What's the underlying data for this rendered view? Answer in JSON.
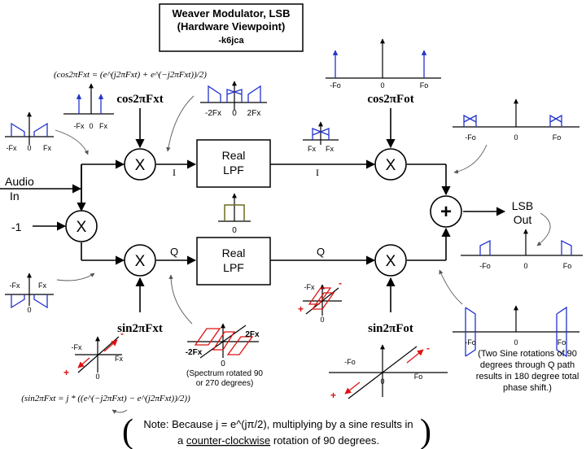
{
  "title": {
    "line1": "Weaver Modulator, LSB",
    "line2": "(Hardware Viewpoint)",
    "line3": "-k6jca"
  },
  "inputs": {
    "audio_line1": "Audio",
    "audio_line2": "In",
    "minus_one": "-1"
  },
  "blocks": {
    "lpf_line1": "Real",
    "lpf_line2": "LPF",
    "multiplier_symbol": "X",
    "summer_symbol": "+",
    "output_line1": "LSB",
    "output_line2": "Out"
  },
  "paths": {
    "i": "I",
    "q": "Q"
  },
  "equations": {
    "cos_fx": "cos2πFxt",
    "sin_fx": "sin2πFxt",
    "cos_fo": "cos2πFot",
    "sin_fo": "sin2πFot",
    "cos_expansion": "(cos2πFxt = (e^(j2πFxt) + e^(−j2πFxt))/2)",
    "sin_expansion": "(sin2πFxt = j * ((e^(−j2πFxt) − e^(j2πFxt))/2))"
  },
  "spectra_labels": {
    "neg_fx": "-Fx",
    "pos_fx": "Fx",
    "zero": "0",
    "neg_fo": "-Fo",
    "pos_fo": "Fo",
    "neg_2fx": "-2Fx",
    "pos_2fx": "2Fx"
  },
  "notes": {
    "rotation_line1": "(Spectrum rotated 90",
    "rotation_line2": "or 270 degrees)",
    "phase_line1": "(Two Sine rotations of 90",
    "phase_line2": "degrees through Q path",
    "phase_line3": "results in 180 degree total",
    "phase_line4": "phase shift.)",
    "bottom_line1": "Note:  Because j = e^(jπ/2), multiplying by a sine results in",
    "bottom_line2_prefix": "a",
    "bottom_line2_underlined": "counter-clockwise",
    "bottom_line2_suffix": "rotation of 90 degrees."
  },
  "colors": {
    "spectrum": "#2233cc",
    "rotated_spectrum": "#dd1111",
    "lpf_response": "#6b6b20"
  }
}
